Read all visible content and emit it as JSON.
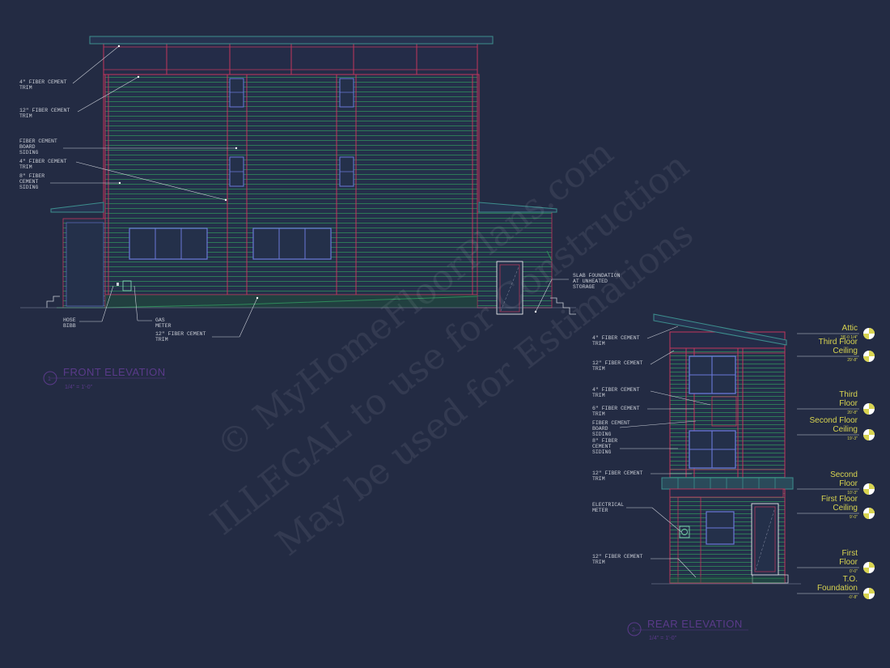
{
  "front_elevation": {
    "title": "FRONT ELEVATION",
    "scale": "1/4\" = 1'-0\"",
    "callouts": [
      [
        "4\" FIBER CEMENT",
        "TRIM"
      ],
      [
        "12\" FIBER CEMENT",
        "TRIM"
      ],
      [
        "FIBER CEMENT",
        "BOARD",
        "SIDING"
      ],
      [
        "4\" FIBER CEMENT",
        "TRIM"
      ],
      [
        "8\" FIBER",
        "CEMENT",
        "SIDING"
      ],
      [
        "HOSE",
        "BIBB"
      ],
      [
        "GAS",
        "METER"
      ],
      [
        "12\" FIBER CEMENT",
        "TRIM"
      ],
      [
        "SLAB FOUNDATION",
        "AT UNHEATED",
        "STORAGE"
      ]
    ]
  },
  "rear_elevation": {
    "title": "REAR ELEVATION",
    "scale": "1/4\" = 1'-0\"",
    "callouts": [
      [
        "4\" FIBER CEMENT",
        "TRIM"
      ],
      [
        "12\" FIBER CEMENT",
        "TRIM"
      ],
      [
        "4\" FIBER CEMENT",
        "TRIM"
      ],
      [
        "6\" FIBER CEMENT",
        "TRIM"
      ],
      [
        "FIBER CEMENT",
        "BOARD",
        "SIDING"
      ],
      [
        "8\" FIBER",
        "CEMENT",
        "SIDING"
      ],
      [
        "12\" FIBER CEMENT",
        "TRIM"
      ],
      [
        "ELECTRICAL",
        "METER"
      ],
      [
        "12\" FIBER CEMENT",
        "TRIM"
      ]
    ],
    "levels": [
      [
        "Attic",
        "38'-0 1/4\""
      ],
      [
        "Third Floor",
        "Ceiling",
        "29'-8\""
      ],
      [
        "Third",
        "Floor",
        "20'-8\""
      ],
      [
        "Second Floor",
        "Ceiling",
        "19'-3\""
      ],
      [
        "Second",
        "Floor",
        "10'-3\""
      ],
      [
        "First Floor",
        "Ceiling",
        "9'-0\""
      ],
      [
        "First",
        "Floor",
        "0'-0\""
      ],
      [
        "T.O.",
        "Foundation",
        "-0'-8\""
      ]
    ]
  },
  "watermark": [
    "© MyHomeFloorPlans.com",
    "ILLEGAL to use for Construction",
    "May be used for Estimations"
  ],
  "colors": {
    "background": "#232b43",
    "trim": "#c2365c",
    "siding": "#2f8a5a",
    "window": "#6a78d8",
    "annotation": "#c9cdd6",
    "level_marker": "#d8d450"
  }
}
